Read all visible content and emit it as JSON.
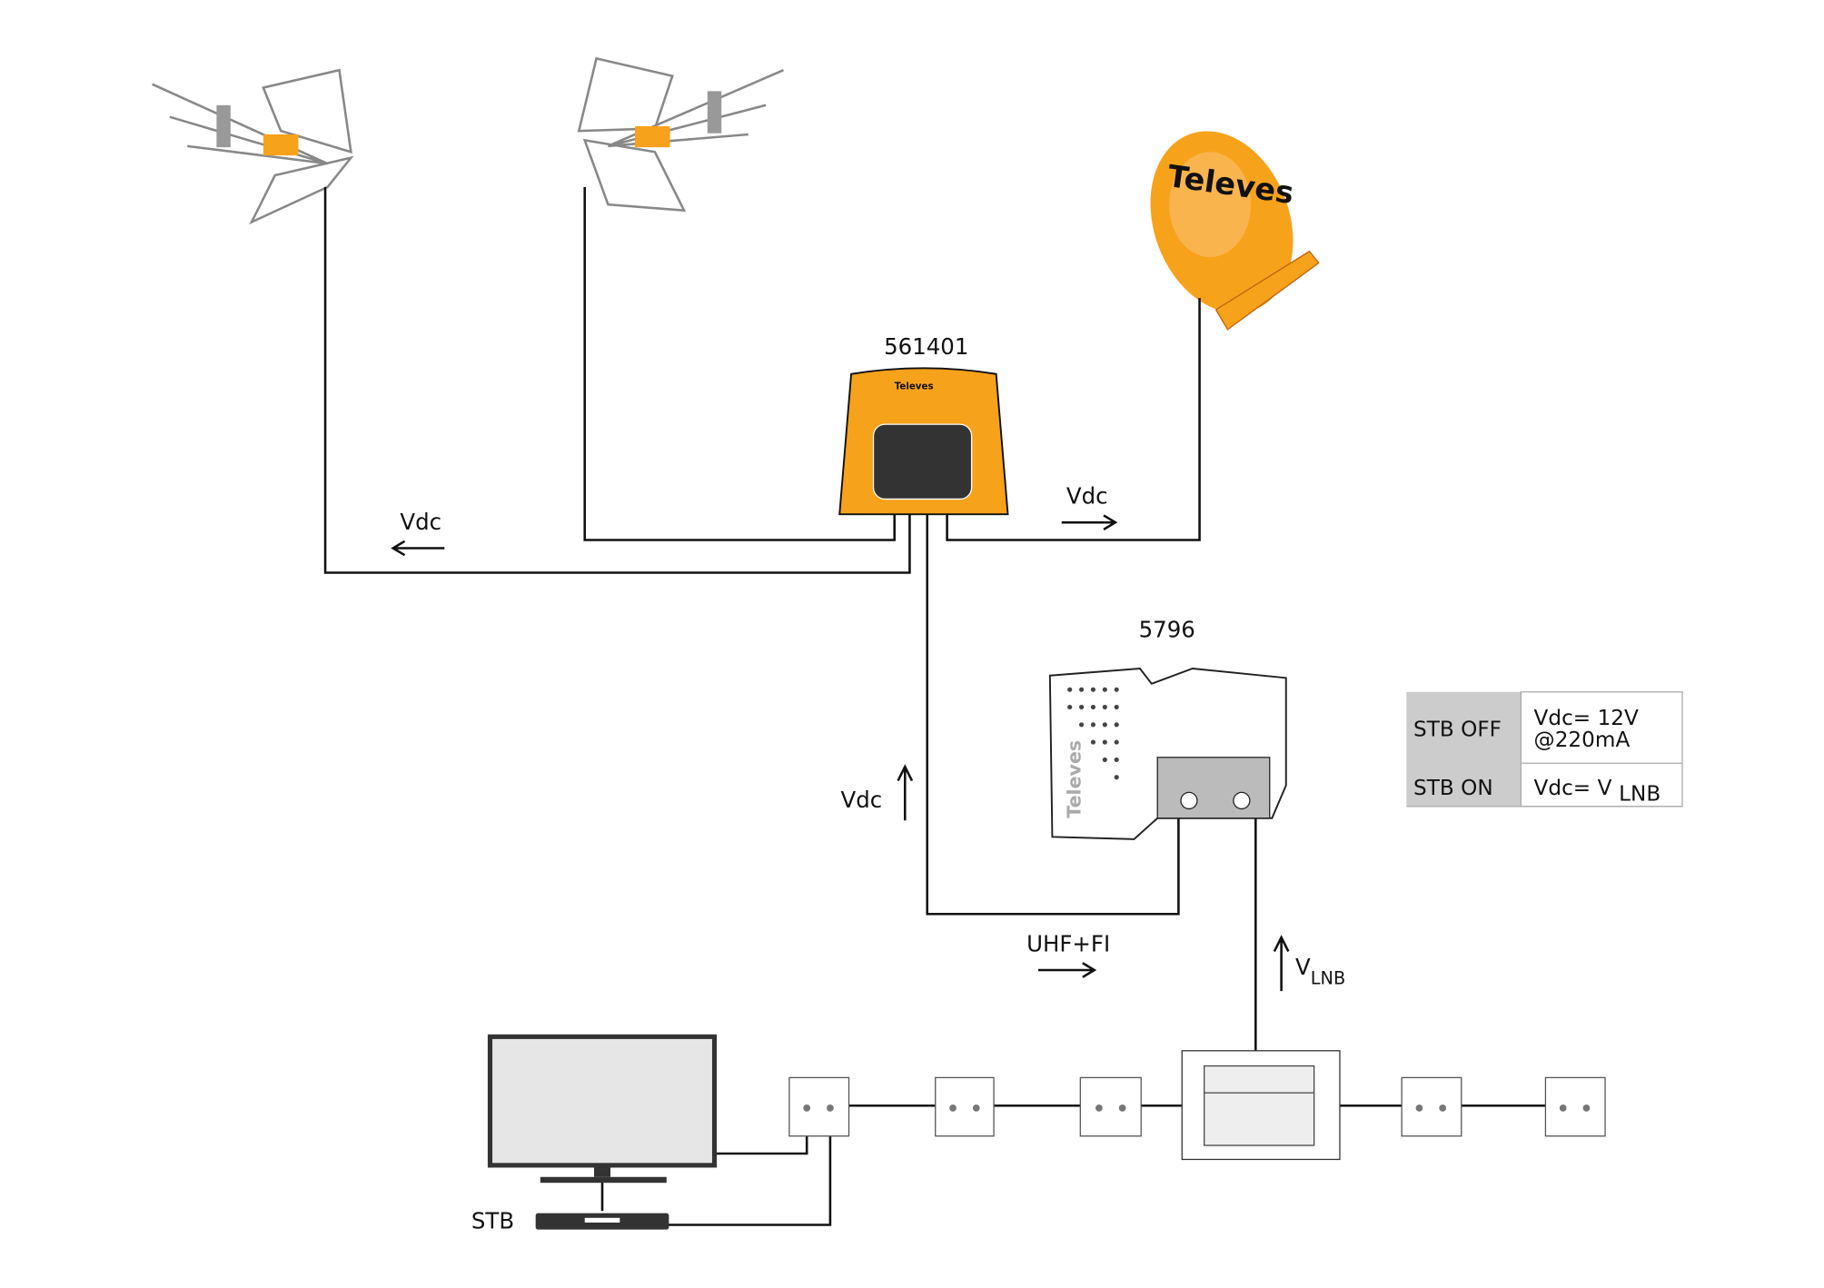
{
  "labels": {
    "multiswitch_model": "561401",
    "psu_model": "5796",
    "vdc_left": "Vdc",
    "vdc_right": "Vdc",
    "vdc_up": "Vdc",
    "uhf_fi": "UHF+FI",
    "vlnb_v": "V",
    "vlnb_sub": "LNB",
    "stb": "STB"
  },
  "dish_brand": "Televes",
  "psu_brand": "Televes",
  "table": {
    "rows": [
      {
        "state": "STB OFF",
        "value_line1": "Vdc= 12V",
        "value_line2": "@220mA"
      },
      {
        "state": "STB ON",
        "value_main": "Vdc= V",
        "value_sub": "LNB"
      }
    ]
  },
  "colors": {
    "orange": "#F7A21B",
    "dark": "#333333",
    "table_gray": "#CCCCCC"
  }
}
